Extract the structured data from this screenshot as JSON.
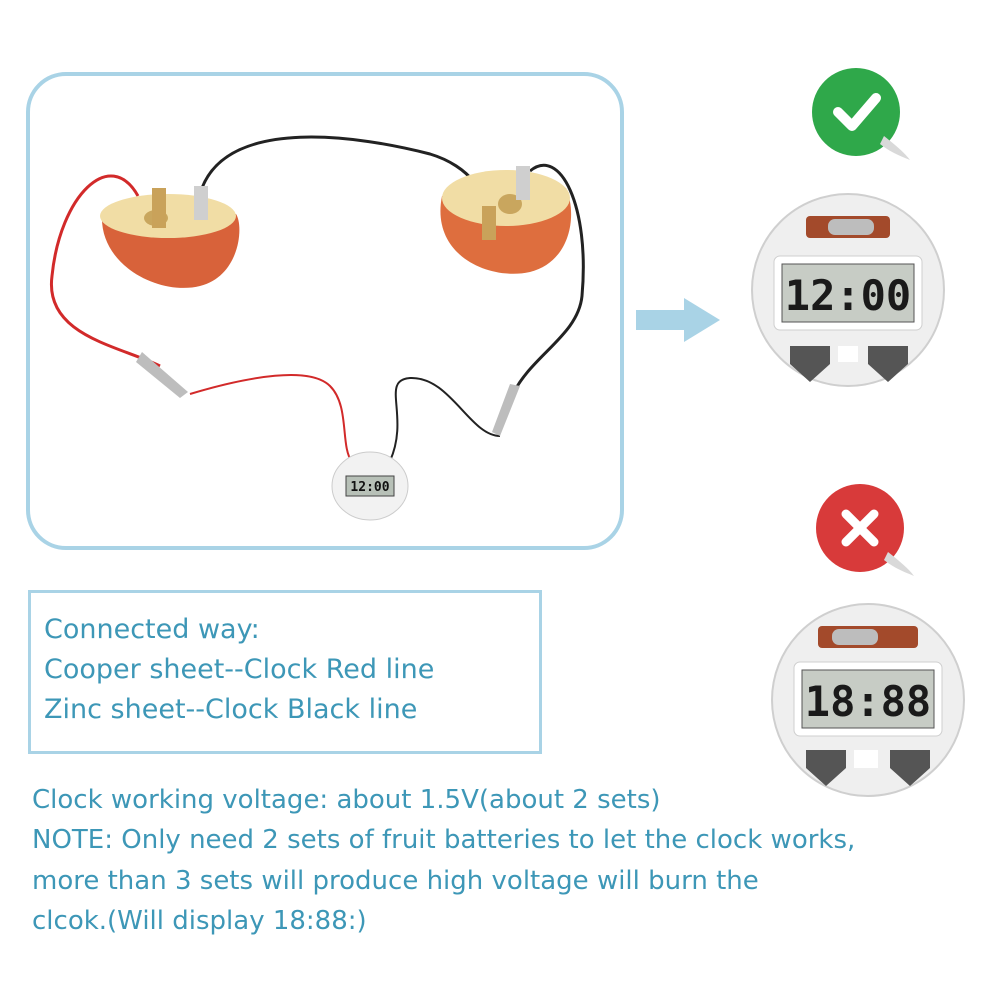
{
  "info": {
    "lines": [
      "Connected way:",
      "Cooper sheet--Clock Red line",
      "Zinc sheet--Clock Black line"
    ]
  },
  "note": {
    "lines": [
      "Clock working voltage: about 1.5V(about 2 sets)",
      "NOTE: Only need 2 sets of fruit batteries to let the clock works,",
      "more than 3 sets will produce high voltage will burn the",
      "clcok.(Will display 18:88:)"
    ]
  },
  "clocks": {
    "good_display": "12:00",
    "bad_display": "18:88",
    "small_display": "12:00"
  },
  "colors": {
    "accent": "#3d97b7",
    "frame": "#a9d3e6",
    "good": "#2fa84a",
    "bad": "#d83a3a"
  },
  "icons": {
    "good": "checkmark-icon",
    "bad": "cross-icon"
  }
}
